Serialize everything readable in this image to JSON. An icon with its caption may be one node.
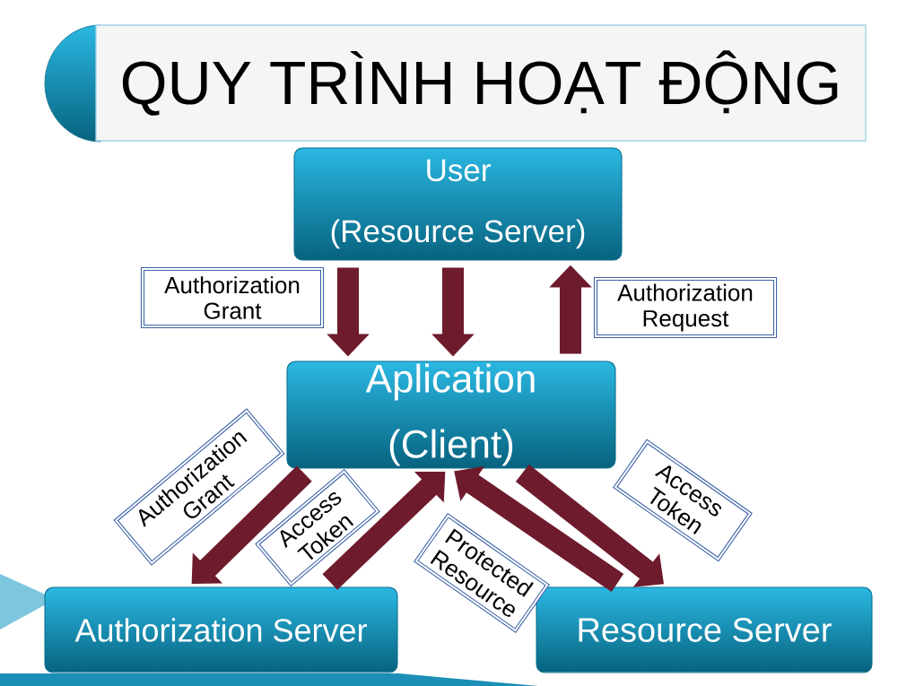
{
  "diagram": {
    "title": "QUY TRÌNH HOẠT ĐỘNG",
    "nodes": [
      {
        "text": [
          "User",
          "(Resource Server)"
        ]
      },
      {
        "text": [
          "Aplication",
          "(Client)"
        ]
      },
      {
        "text": [
          "Authorization Server"
        ]
      },
      {
        "text": [
          "Resource Server"
        ]
      }
    ],
    "edges": [
      {
        "from": 0,
        "to": 1,
        "arrow": "to",
        "label": "Authorization Grant"
      },
      {
        "from": 0,
        "to": 1,
        "arrow": "to"
      },
      {
        "from": 1,
        "to": 0,
        "arrow": "to",
        "label": "Authorization Request"
      },
      {
        "from": 1,
        "to": 2,
        "arrow": "to",
        "label": "Authorization Grant"
      },
      {
        "from": 2,
        "to": 1,
        "arrow": "to",
        "label": "Access Token"
      },
      {
        "from": 3,
        "to": 1,
        "arrow": "to",
        "label": "Protected Resource"
      },
      {
        "from": 1,
        "to": 3,
        "arrow": "to",
        "label": "Access Token"
      }
    ]
  }
}
